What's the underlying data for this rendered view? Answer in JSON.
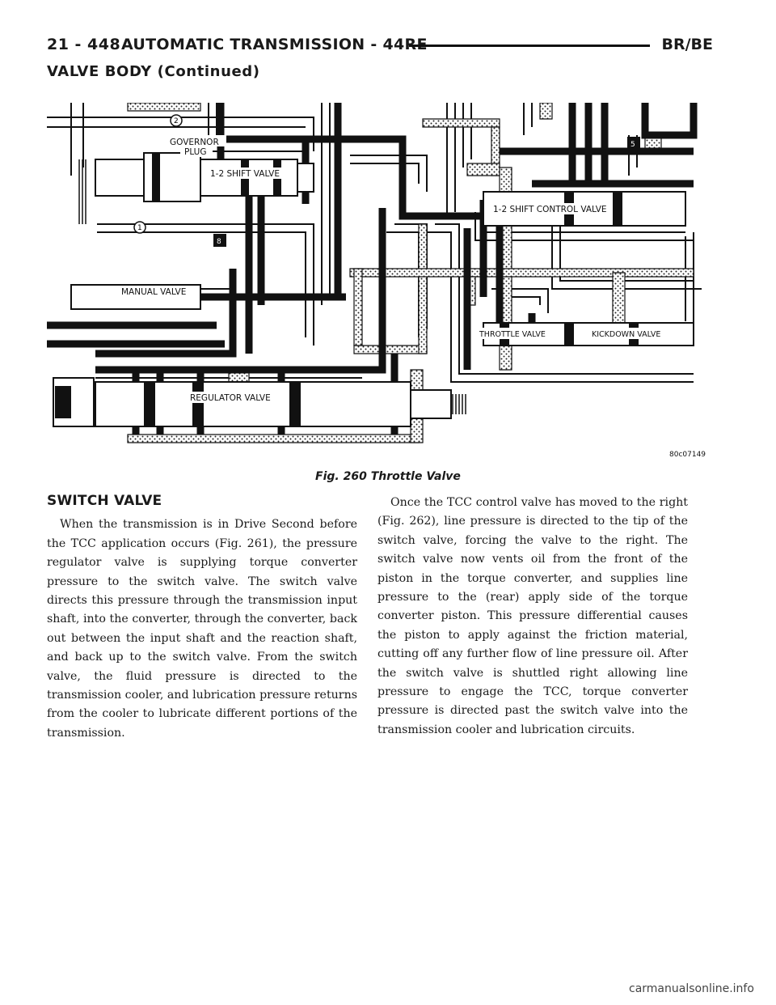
{
  "header": {
    "page_number": "21 - 448",
    "title": "AUTOMATIC TRANSMISSION - 44RE",
    "model": "BR/BE"
  },
  "section_continued": "VALVE BODY (Continued)",
  "figure": {
    "caption": "Fig. 260 Throttle Valve",
    "code": "80c07149",
    "labels": {
      "governor_plug_line1": "GOVERNOR",
      "governor_plug_line2": "PLUG",
      "shift_valve_12": "1-2 SHIFT VALVE",
      "shift_control_valve_12": "1-2 SHIFT CONTROL VALVE",
      "manual_valve": "MANUAL VALVE",
      "throttle_valve": "THROTTLE VALVE",
      "kickdown_valve": "KICKDOWN VALVE",
      "regulator_valve": "REGULATOR VALVE",
      "marker_1": "1",
      "marker_2": "2",
      "marker_5": "5",
      "marker_8": "8"
    }
  },
  "section": {
    "heading": "SWITCH VALVE",
    "left_paragraph": "When the transmission is in Drive Second before the TCC application occurs (Fig. 261), the pressure regulator valve is supplying torque converter pressure to the switch valve. The switch valve directs this pressure through the transmission input shaft, into the converter, through the converter, back out between the input shaft and the reaction shaft, and back up to the switch valve. From the switch valve, the fluid pressure is directed to the transmission cooler, and lubrication pressure returns from the cooler to lubricate different portions of the transmission.",
    "right_paragraph": "Once the TCC control valve has moved to the right (Fig. 262), line pressure is directed to the tip of the switch valve, forcing the valve to the right. The switch valve now vents oil from the front of the piston in the torque converter, and supplies line pressure to the (rear) apply side of the torque converter piston. This pressure differential causes the piston to apply against the friction material, cutting off any further flow of line pressure oil. After the switch valve is shuttled right allowing line pressure to engage the TCC, torque converter pressure is directed past the switch valve into the transmission cooler and lubrication circuits."
  },
  "watermark": "carmanualsonline.info"
}
